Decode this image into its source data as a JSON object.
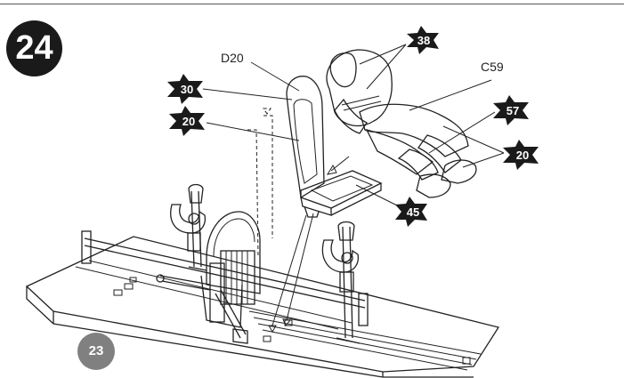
{
  "step": {
    "number": "24"
  },
  "reference": {
    "number": "23"
  },
  "part_labels": {
    "seat": "D20",
    "figure": "C59"
  },
  "stars": [
    {
      "id": "star-38",
      "value": "38"
    },
    {
      "id": "star-30",
      "value": "30"
    },
    {
      "id": "star-20-left",
      "value": "20"
    },
    {
      "id": "star-57",
      "value": "57"
    },
    {
      "id": "star-20-right",
      "value": "20"
    },
    {
      "id": "star-45",
      "value": "45"
    }
  ],
  "colors": {
    "star_fill": "#1a1a1a",
    "badge_dark": "#1a1a1a",
    "badge_grey": "#808080",
    "texture_grey": "#8a8a8a"
  }
}
